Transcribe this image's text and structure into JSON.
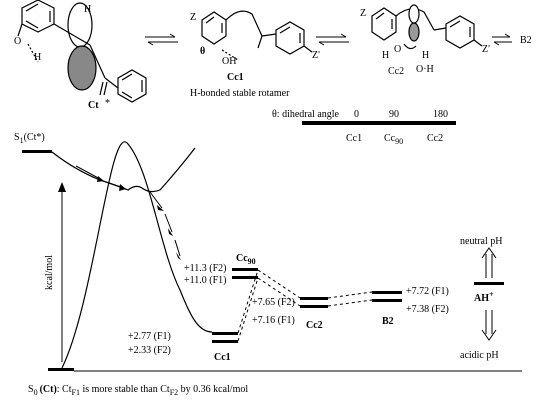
{
  "structures": {
    "ct_label": "Ct",
    "ct_star": "*",
    "ct_oh": "O",
    "ct_h_oh": "H",
    "ct_h_top": "H",
    "cc1_label": "Cc1",
    "cc1_z": "Z",
    "cc1_zprime": "Z'",
    "cc1_theta": "θ",
    "cc1_oh": "OH",
    "cc1_caption": "H-bonded stable rotamer",
    "cc2_label": "Cc2",
    "cc2_z": "Z",
    "cc2_zprime": "Z'",
    "cc2_h_o": "H",
    "cc2_o": "O",
    "cc2_h2": "H",
    "cc2_oh": "O·H",
    "b2_label": "B2"
  },
  "dihedral": {
    "title": "θ: dihedral angle",
    "angles": [
      "0",
      "90",
      "180"
    ],
    "states": [
      "Cc1",
      "Cc",
      "Cc2"
    ],
    "cc90_sub": "90"
  },
  "diagram": {
    "s1_label": "S",
    "s1_sub": "1",
    "s1_suffix": "(Ct*)",
    "yaxis_label": "kcal/mol",
    "cc1_label": "Cc1",
    "cc1_energies": [
      "+2.77 (F1)",
      "+2.33 (F2)"
    ],
    "cc90_label": "Cc",
    "cc90_sub": "90",
    "cc90_energies": [
      "+11.3 (F2)",
      "+11.0 (F1)"
    ],
    "cc2_label": "Cc2",
    "cc2_energies": [
      "+7.65 (F2)",
      "+7.16 (F1)"
    ],
    "b2_label": "B2",
    "b2_energies": [
      "+7.72 (F1)",
      "+7.38 (F2)"
    ],
    "ah_label": "AH",
    "ah_sup": "+",
    "neutral_ph": "neutral pH",
    "acidic_ph": "acidic pH"
  },
  "footer": {
    "s0": "S",
    "s0_sub": "0",
    "ct_part": "(Ct)",
    "text1": ": Ct",
    "f1_sub": "F1",
    "text2": " is more stable than Ct",
    "f2_sub": "F2",
    "text3": " by 0.36 kcal/mol"
  }
}
